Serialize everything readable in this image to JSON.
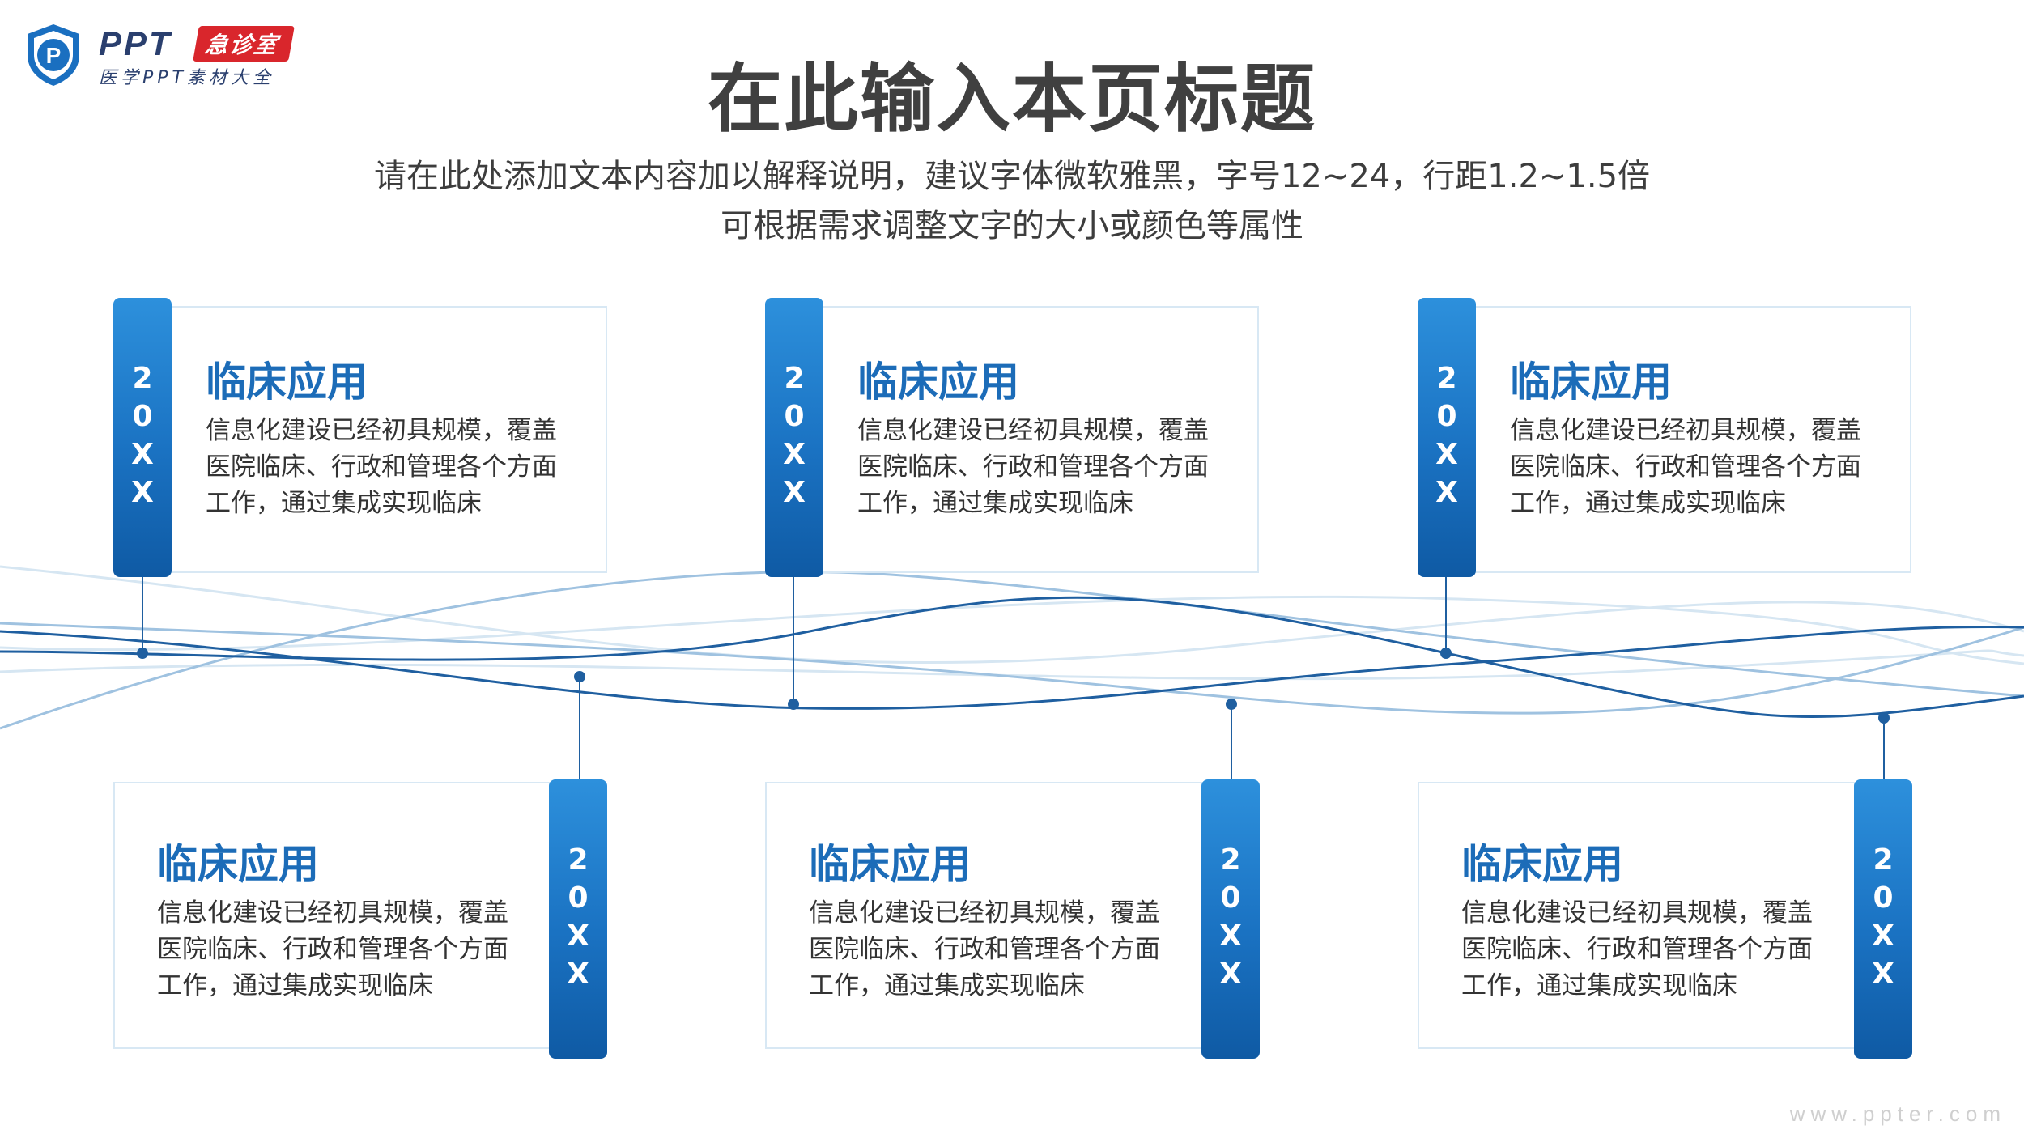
{
  "logo": {
    "ppt": "PPT",
    "tag": "急诊室",
    "sub": "医学PPT素材大全",
    "shield_letter": "P"
  },
  "header": {
    "title": "在此输入本页标题",
    "subtitle_line1": "请在此处添加文本内容加以解释说明，建议字体微软雅黑，字号12~24，行距1.2~1.5倍",
    "subtitle_line2": "可根据需求调整文字的大小或颜色等属性"
  },
  "cards": [
    {
      "year": "20XX",
      "title": "临床应用",
      "text": "信息化建设已经初具规模，覆盖医院临床、行政和管理各个方面工作，通过集成实现临床"
    },
    {
      "year": "20XX",
      "title": "临床应用",
      "text": "信息化建设已经初具规模，覆盖医院临床、行政和管理各个方面工作，通过集成实现临床"
    },
    {
      "year": "20XX",
      "title": "临床应用",
      "text": "信息化建设已经初具规模，覆盖医院临床、行政和管理各个方面工作，通过集成实现临床"
    },
    {
      "year": "20XX",
      "title": "临床应用",
      "text": "信息化建设已经初具规模，覆盖医院临床、行政和管理各个方面工作，通过集成实现临床"
    },
    {
      "year": "20XX",
      "title": "临床应用",
      "text": "信息化建设已经初具规模，覆盖医院临床、行政和管理各个方面工作，通过集成实现临床"
    },
    {
      "year": "20XX",
      "title": "临床应用",
      "text": "信息化建设已经初具规模，覆盖医院临床、行政和管理各个方面工作，通过集成实现临床"
    }
  ],
  "watermark": "www.ppter.com",
  "colors": {
    "accent": "#1a72c2",
    "title_blue": "#1c6cb8",
    "logo_red": "#d9262c",
    "line_dark": "#1f5fa0",
    "line_light": "#d6e6f2"
  }
}
